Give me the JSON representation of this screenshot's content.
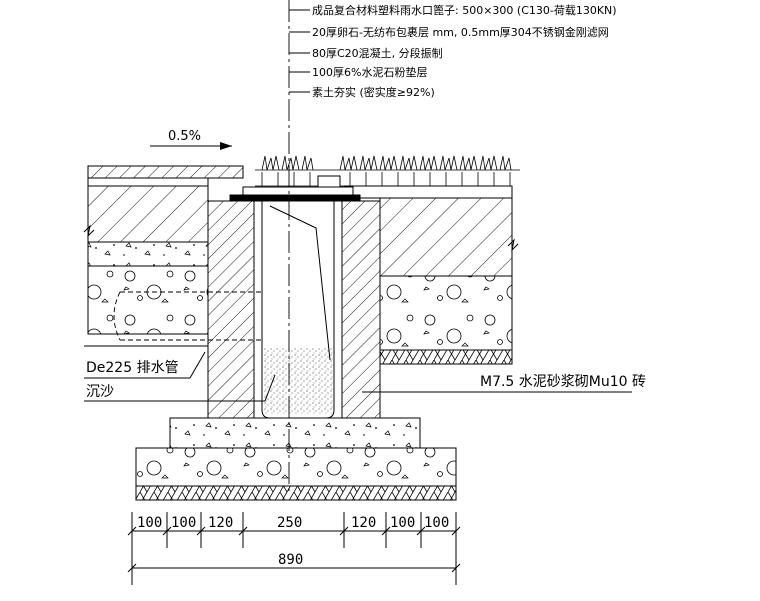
{
  "callouts": [
    "成品复合材料塑料雨水口篦子: 500×300 (C130-荷载130KN)",
    "20厚卵石-无纺布包裹层 mm, 0.5mm厚304不锈钢金刚滤网",
    "80厚C20混凝土, 分段振制",
    "100厚6%水泥石粉垫层",
    "素土夯实 (密实度≥92%)"
  ],
  "slope_label": "0.5%",
  "pipe_label": "De225 排水管",
  "sand_label": "沉沙",
  "brick_label": "M7.5 水泥砂浆砌Mu10 砖",
  "dimensions": {
    "segments": [
      "100",
      "100",
      "120",
      "250",
      "120",
      "100",
      "100"
    ],
    "total": "890"
  },
  "colors": {
    "line": "#000000",
    "background": "#ffffff"
  }
}
